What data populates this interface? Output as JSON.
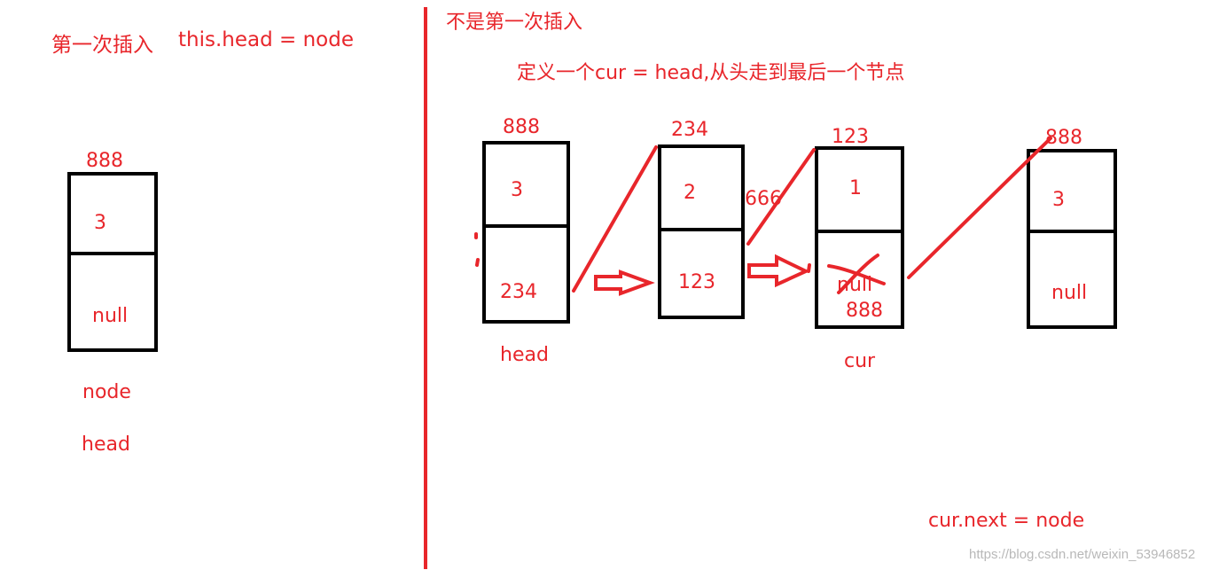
{
  "left": {
    "title": "第一次插入",
    "code": "this.head = node",
    "node": {
      "address": "888",
      "val": "3",
      "next": "null"
    },
    "label_node": "node",
    "label_head": "head"
  },
  "right": {
    "title": "不是第一次插入",
    "desc": "定义一个cur = head,从头走到最后一个节点",
    "nodes": [
      {
        "address": "888",
        "val": "3",
        "next": "234",
        "label": "head"
      },
      {
        "address": "234",
        "val": "2",
        "next": "123",
        "label": ""
      },
      {
        "address": "123",
        "val": "1",
        "next": "null",
        "next_new": "888",
        "label": "cur"
      },
      {
        "address": "888",
        "val": "3",
        "next": "null",
        "label": ""
      }
    ],
    "annotation_666": "666",
    "footer_code": "cur.next = node"
  },
  "watermark": "https://blog.csdn.net/weixin_53946852",
  "colors": {
    "ink": "#e8262b",
    "box": "#000000",
    "watermark": "#b8b8b8"
  }
}
